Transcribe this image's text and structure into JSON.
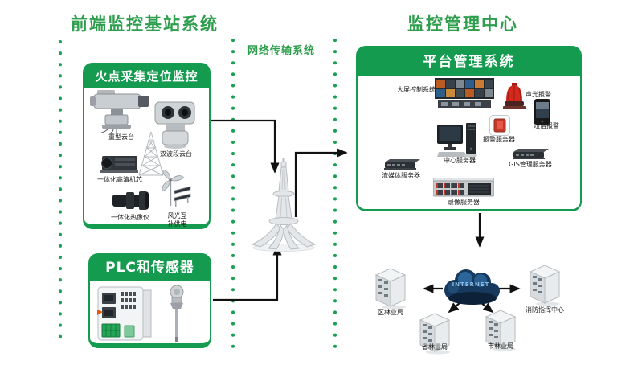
{
  "titles": {
    "front_end": "前端监控基站系统",
    "network": "网络传输系统",
    "center": "监控管理中心"
  },
  "fire_box": {
    "title": "火点采集定位监控",
    "heavy_ptz": "重型云台",
    "dual_band_ptz": "双波段云台",
    "hd_module": "一体化高清机芯",
    "thermal_imager": "一体化热像仪",
    "wind_solar": "风光互补供电"
  },
  "plc_box": {
    "title": "PLC和传感器"
  },
  "platform_box": {
    "title": "平台管理系统",
    "video_wall": "大屏控制系统",
    "sound_light_alarm": "声光报警",
    "sms_alarm": "短信报警",
    "alarm_server": "报警服务器",
    "center_server": "中心服务器",
    "media_server": "流媒体服务器",
    "gis_server": "GIS管理服务器",
    "record_server": "录像服务器"
  },
  "internet": {
    "label": "INTERNET",
    "district_forestry": "区林业局",
    "fire_command": "消防指挥中心",
    "province_forestry": "省林业局",
    "city_forestry": "市林业局"
  },
  "colors": {
    "green": "#149B4F",
    "title_green": "#2E9E4D",
    "arrow_black": "#111111",
    "cloud_navy": "#16395D",
    "alarm_red": "#D42A1E"
  }
}
